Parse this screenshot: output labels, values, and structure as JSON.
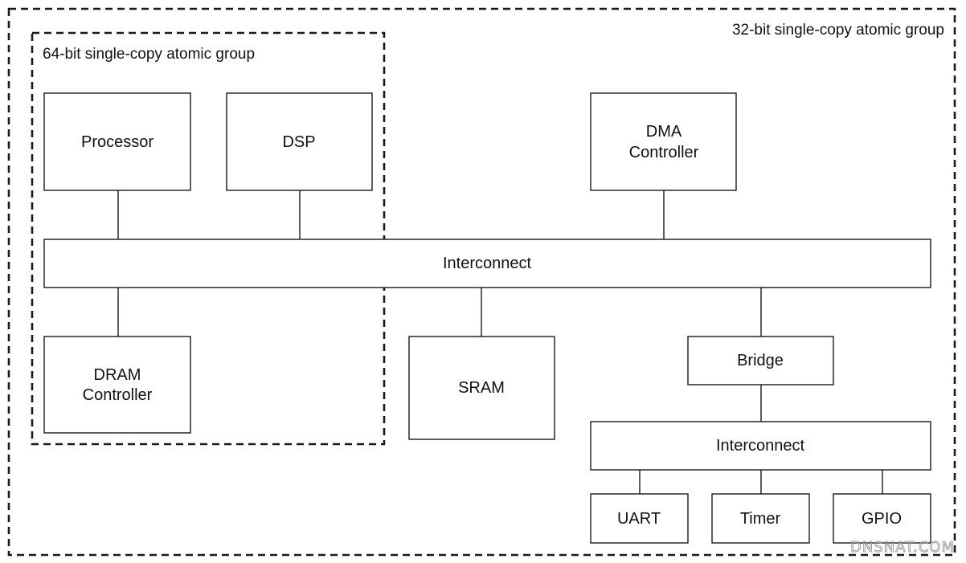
{
  "groups": {
    "outer_label": "32-bit single-copy atomic group",
    "inner_label": "64-bit single-copy atomic group"
  },
  "blocks": {
    "processor": "Processor",
    "dsp": "DSP",
    "dma_line1": "DMA",
    "dma_line2": "Controller",
    "interconnect_main": "Interconnect",
    "dram_line1": "DRAM",
    "dram_line2": "Controller",
    "sram": "SRAM",
    "bridge": "Bridge",
    "interconnect_peripheral": "Interconnect",
    "uart": "UART",
    "timer": "Timer",
    "gpio": "GPIO"
  },
  "watermark": "DNSNAT.COM"
}
